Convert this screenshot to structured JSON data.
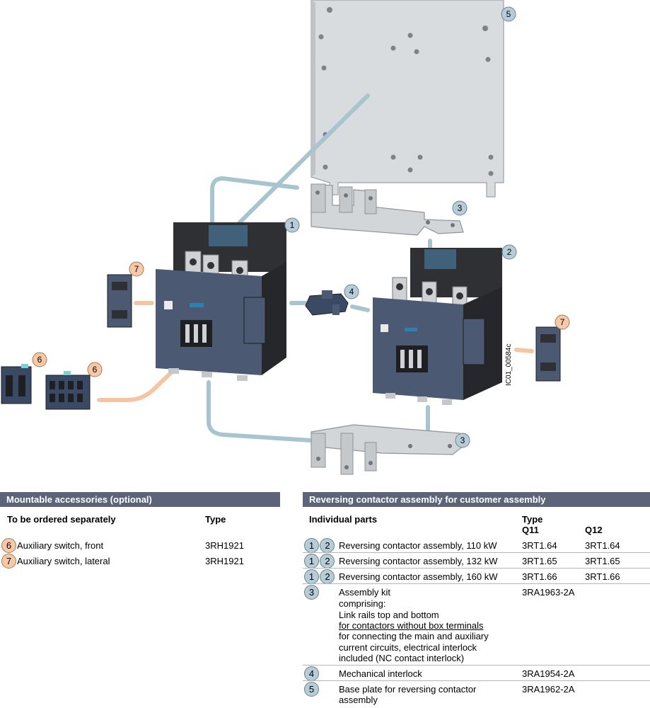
{
  "diagram": {
    "drawing_id": "IC01_00584c",
    "callouts": {
      "c1": "1",
      "c2": "2",
      "c3a": "3",
      "c3b": "3",
      "c4": "4",
      "c5": "5",
      "c6a": "6",
      "c6b": "6",
      "c7a": "7",
      "c7b": "7"
    },
    "colors": {
      "blue_badge": "#b6ccd6",
      "orange_badge": "#f6c8a6",
      "header": "#5d6378",
      "contactor": "#4b5a72"
    }
  },
  "left_table": {
    "header": "Mountable accessories (optional)",
    "col1": "To be ordered separately",
    "col2": "Type",
    "rows": [
      {
        "badge": "6",
        "label": "Auxiliary switch, front",
        "type": "3RH1921"
      },
      {
        "badge": "7",
        "label": "Auxiliary switch, lateral",
        "type": "3RH1921"
      }
    ]
  },
  "right_table": {
    "header": "Reversing contactor assembly for customer assembly",
    "col1": "Individual parts",
    "col2": "Type",
    "q11": "Q11",
    "q12": "Q12",
    "rows": [
      {
        "b1": "1",
        "b2": "2",
        "label": "Reversing contactor assembly, 110 kW",
        "q11": "3RT1.64",
        "q12": "3RT1.64"
      },
      {
        "b1": "1",
        "b2": "2",
        "label": "Reversing contactor assembly, 132 kW",
        "q11": "3RT1.65",
        "q12": "3RT1.65"
      },
      {
        "b1": "1",
        "b2": "2",
        "label": "Reversing contactor assembly, 160 kW",
        "q11": "3RT1.66",
        "q12": "3RT1.66"
      }
    ],
    "kit": {
      "badge": "3",
      "l1": "Assembly kit",
      "l2": "comprising:",
      "l3": "Link rails top and bottom",
      "l4": "for contactors without box terminals",
      "l5": "for connecting the main and auxiliary",
      "l6": "current circuits, electrical interlock",
      "l7": "included (NC contact interlock)",
      "type": "3RA1963-2A"
    },
    "interlock": {
      "badge": "4",
      "label": "Mechanical interlock",
      "type": "3RA1954-2A"
    },
    "baseplate": {
      "badge": "5",
      "l1": "Base plate for reversing contactor",
      "l2": "assembly",
      "type": "3RA1962-2A"
    }
  }
}
